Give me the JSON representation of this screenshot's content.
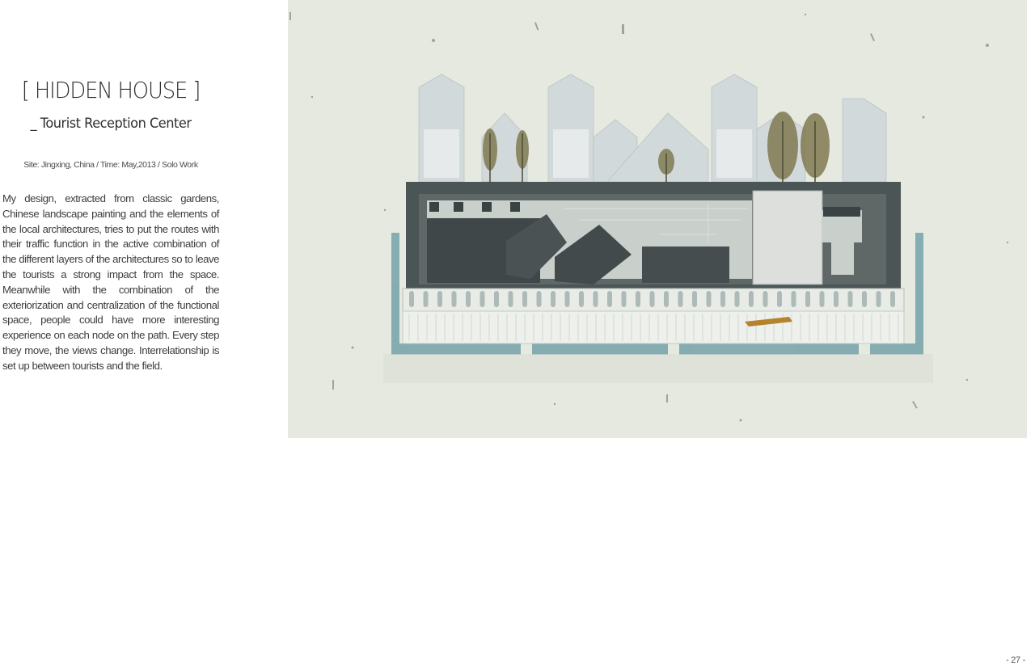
{
  "page": {
    "title": "[ HIDDEN HOUSE ]",
    "subtitle": "_ Tourist Reception Center",
    "meta": "Site: Jingxing, China / Time: May,2013 / Solo Work",
    "body": "My design, extracted from classic gardens, Chinese landscape painting and the elements of the local architectures, tries to put the routes with their traffic function in the active combination of the different layers of the architectures so to leave the tourists a strong impact from the space. Meanwhile with the combination of the exteriorization and centralization of the functional space, people could have more interesting experience on each node on the path. Every step they move, the views change. Interrelationship is set up between tourists and the field.",
    "page_number": "- 27 -"
  },
  "colors": {
    "paper": "#e6e9df",
    "roof_dark": "#4b5556",
    "water": "#6f9ea6",
    "ghost_buildings": "#cfd6d8",
    "tree": "#7b7a4e"
  }
}
